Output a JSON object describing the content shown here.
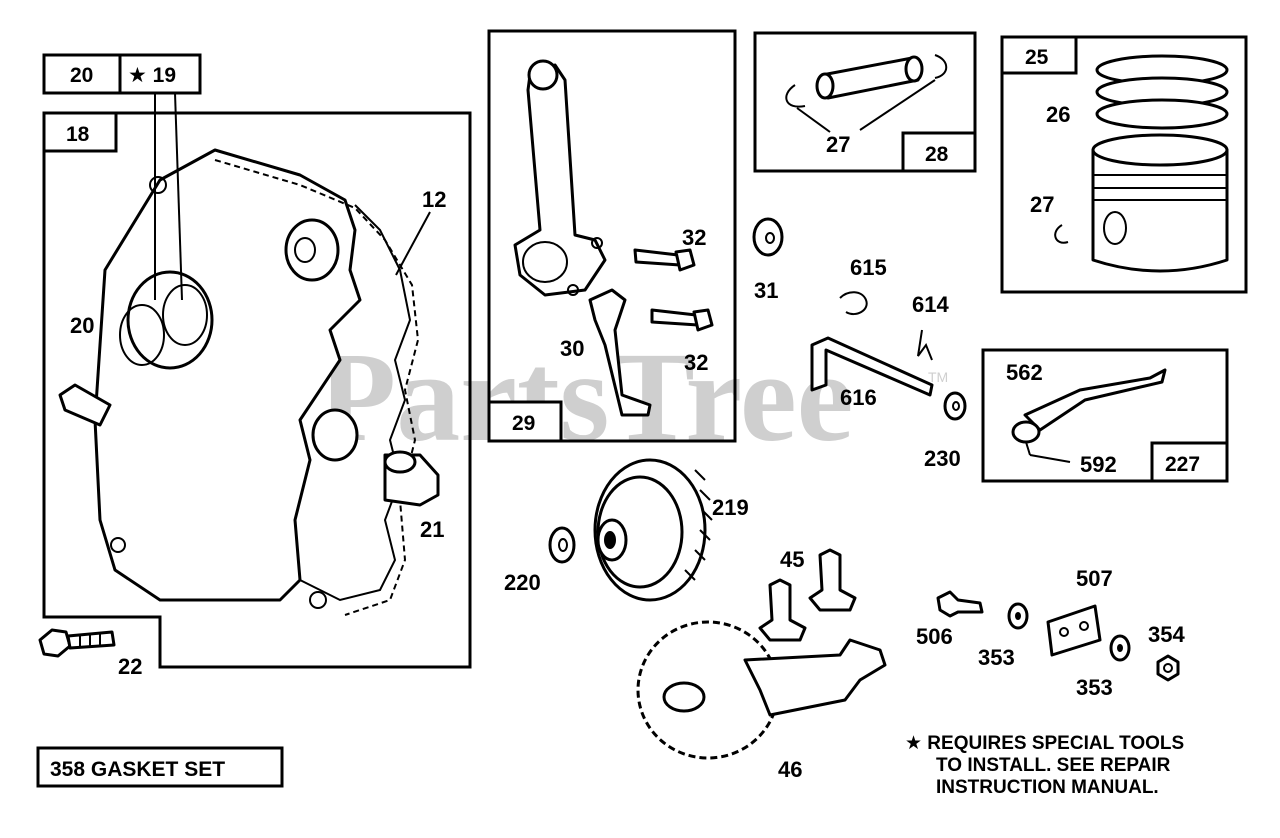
{
  "watermark": "PartsTree",
  "watermark_tm": "TM",
  "boxes": {
    "b20": "20",
    "b19": "★ 19",
    "b18": "18",
    "b29": "29",
    "b28": "28",
    "b25": "25",
    "b227": "227",
    "gasket": "358 GASKET SET"
  },
  "labels": {
    "l12": "12",
    "l20": "20",
    "l21": "21",
    "l22": "22",
    "l30": "30",
    "l32a": "32",
    "l32b": "32",
    "l31": "31",
    "l27a": "27",
    "l26": "26",
    "l27b": "27",
    "l615": "615",
    "l614": "614",
    "l616": "616",
    "l230": "230",
    "l562": "562",
    "l592": "592",
    "l219": "219",
    "l220": "220",
    "l45": "45",
    "l46": "46",
    "l507": "507",
    "l506": "506",
    "l353a": "353",
    "l353b": "353",
    "l354": "354"
  },
  "note": {
    "line1": "★ REQUIRES SPECIAL TOOLS",
    "line2": "TO INSTALL.  SEE REPAIR",
    "line3": "INSTRUCTION MANUAL."
  }
}
